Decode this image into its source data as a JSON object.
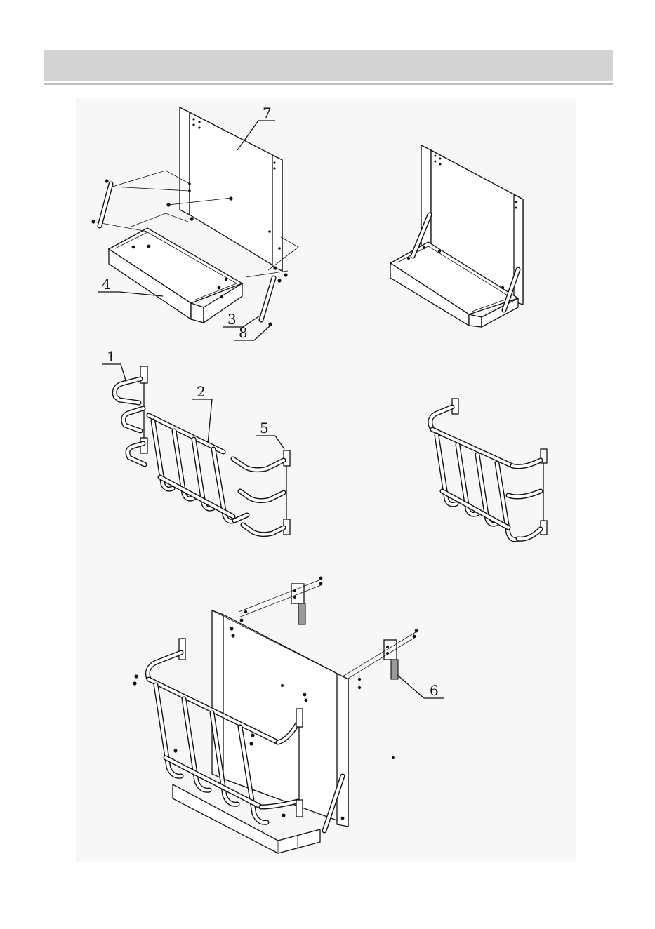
{
  "header": {
    "title": ""
  },
  "diagram": {
    "part_labels": {
      "p1": "1",
      "p2": "2",
      "p3": "3",
      "p4": "4",
      "p5": "5",
      "p6": "6",
      "p7": "7",
      "p8": "8"
    }
  }
}
